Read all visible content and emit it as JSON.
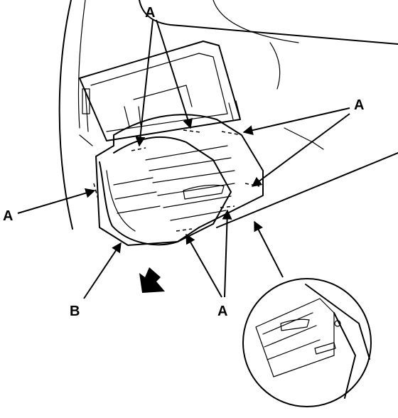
{
  "callouts": {
    "a_top": "A",
    "a_right": "A",
    "a_left": "A",
    "a_bottom": "A",
    "b": "B"
  },
  "icons": {
    "removal_direction": "removal-direction-arrow-icon",
    "arrowhead": "arrowhead-icon"
  },
  "colors": {
    "ink": "#000000",
    "paper": "#ffffff"
  }
}
